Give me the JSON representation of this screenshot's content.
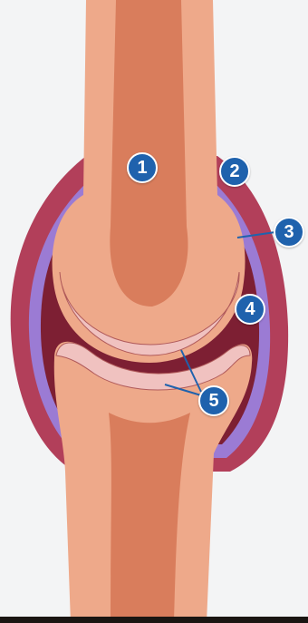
{
  "markers": {
    "m1": "1",
    "m2": "2",
    "m3": "3",
    "m4": "4",
    "m5": "5"
  },
  "colors": {
    "background": "#f3f4f5",
    "bone_outer": "#eea98a",
    "bone_inner": "#d97d5c",
    "capsule": "#b23f5a",
    "synovial_membrane": "#9b7bd4",
    "cavity": "#7d1f33",
    "cartilage": "#f0c2c0",
    "marker_fill": "#1f62ad"
  },
  "icons": {
    "labels": "numbered-circle-callout"
  }
}
